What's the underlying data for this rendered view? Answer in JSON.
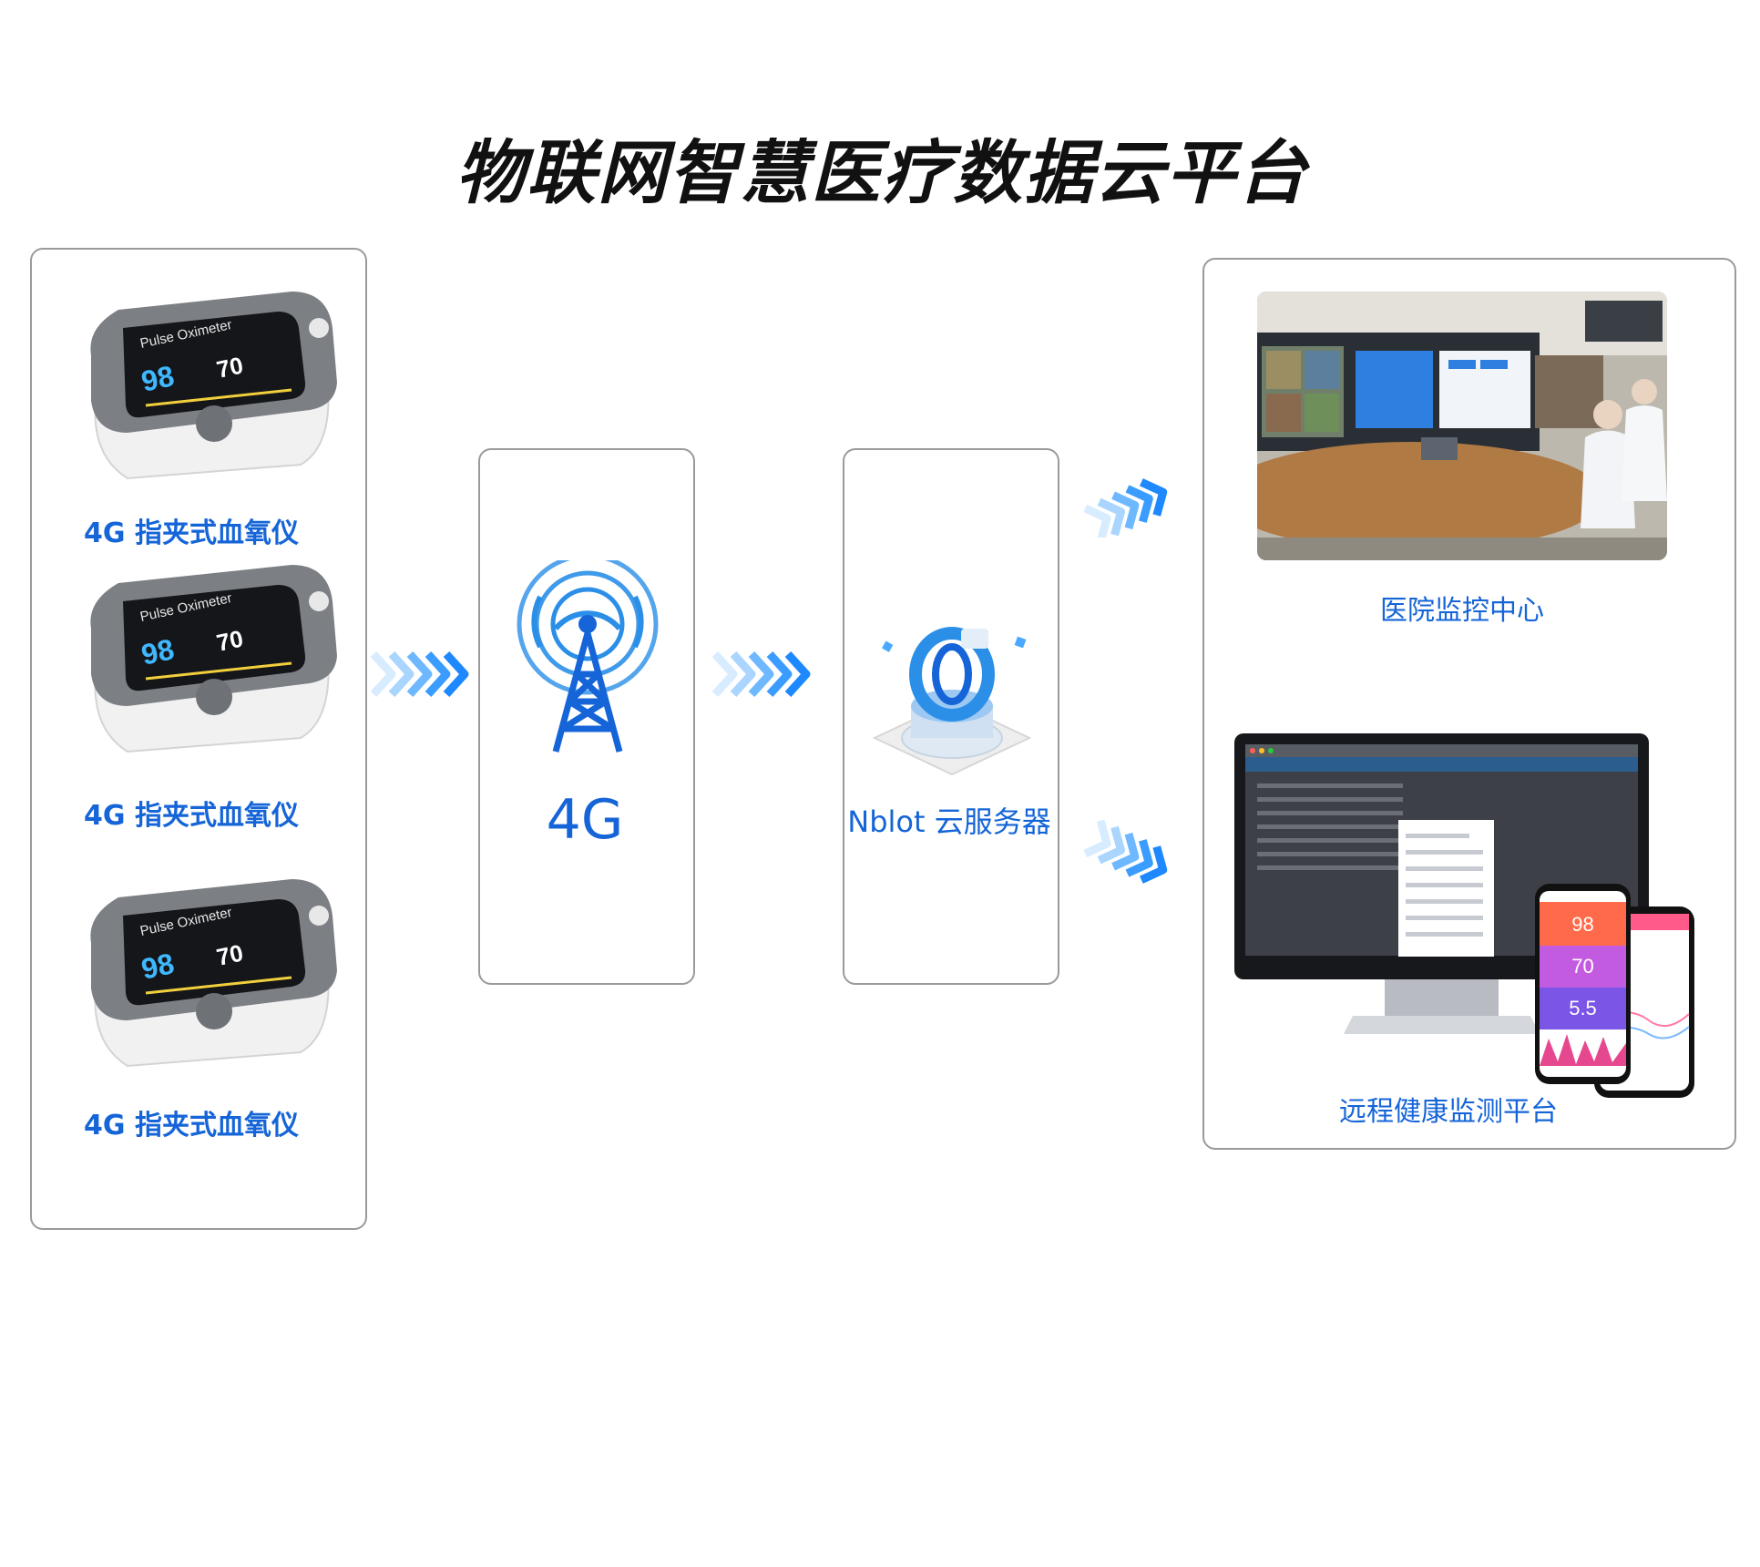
{
  "title": "物联网智慧医疗数据云平台",
  "devices": [
    {
      "label": "4G 指夹式血氧仪",
      "brand": "Pulse Oximeter",
      "spo2": "98",
      "pr": "70"
    },
    {
      "label": "4G 指夹式血氧仪",
      "brand": "Pulse Oximeter",
      "spo2": "98",
      "pr": "70"
    },
    {
      "label": "4G 指夹式血氧仪",
      "brand": "Pulse Oximeter",
      "spo2": "98",
      "pr": "70"
    }
  ],
  "network": {
    "label": "4G"
  },
  "server": {
    "label": "Nblot 云服务器"
  },
  "outputs": {
    "hospital": {
      "label": "医院监控中心"
    },
    "remote": {
      "label": "远程健康监测平台",
      "phone_values": [
        "98",
        "70",
        "5.5"
      ]
    }
  },
  "colors": {
    "accent": "#1565d8",
    "arrow": "#1e88ff",
    "border": "#9a9a9a"
  }
}
